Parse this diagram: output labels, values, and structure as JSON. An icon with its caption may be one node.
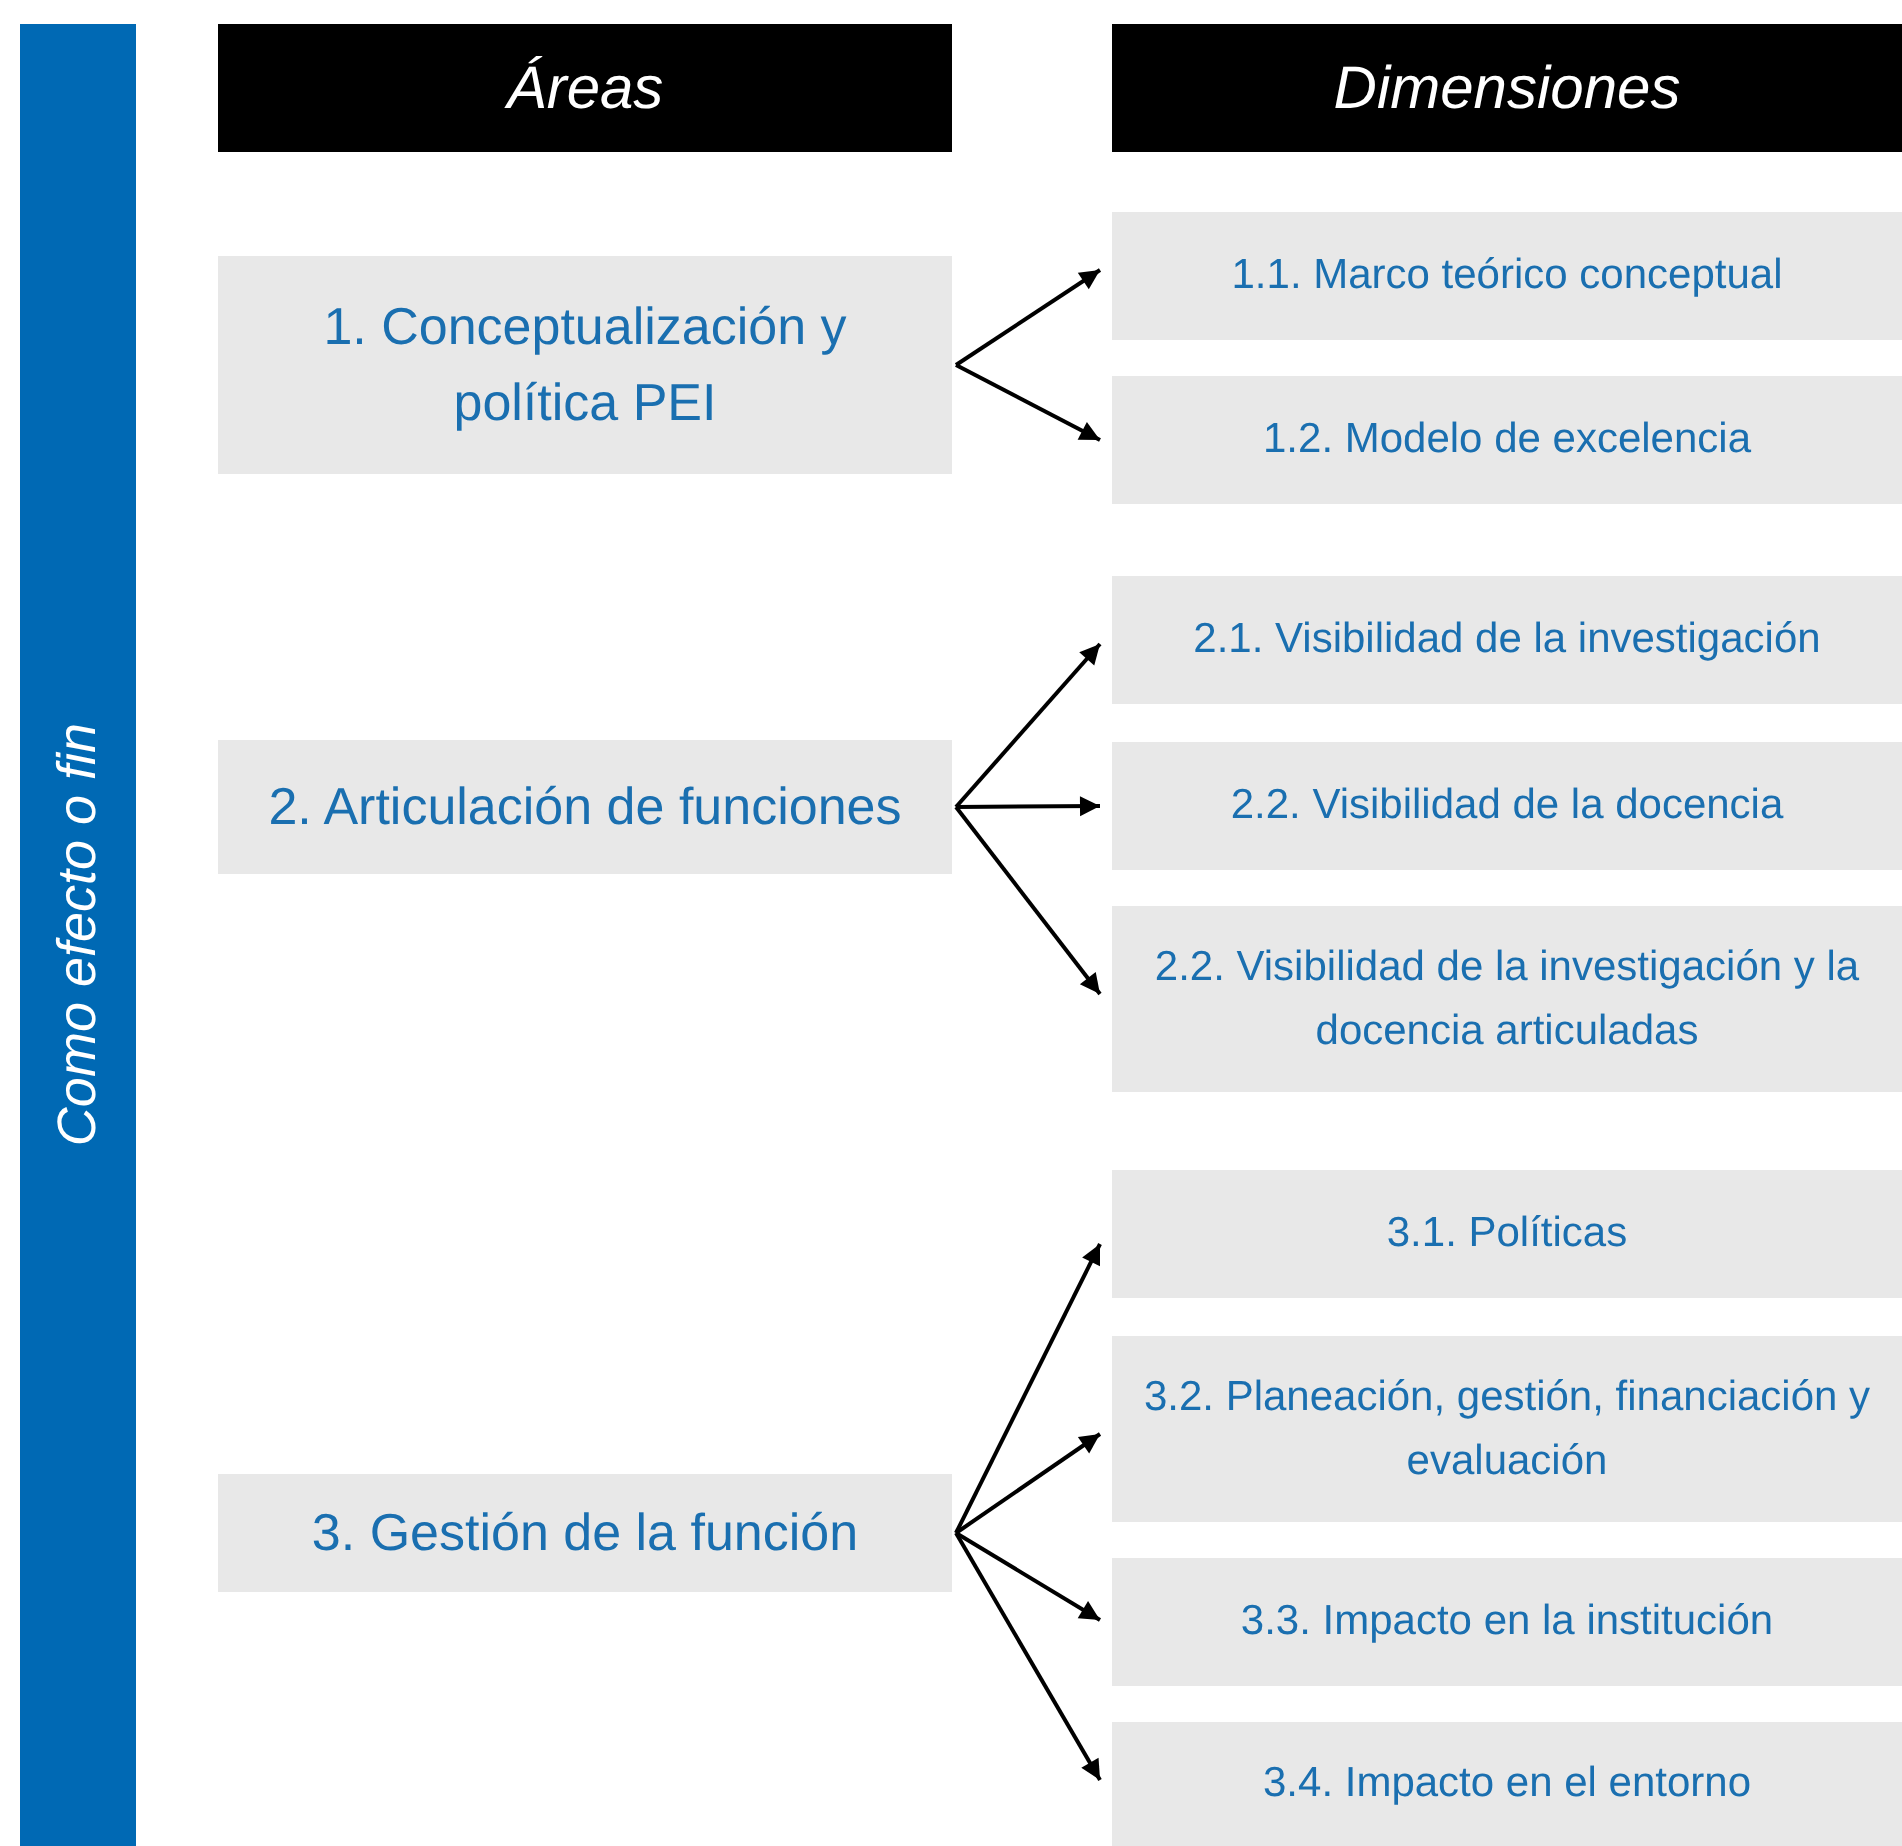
{
  "diagram": {
    "nodes": [
      {
        "text": [
          "Como efecto o fin"
        ]
      },
      {
        "text": [
          "Áreas"
        ]
      },
      {
        "text": [
          "Dimensiones"
        ]
      },
      {
        "text": [
          "1. Conceptualización y política PEI"
        ]
      },
      {
        "text": [
          "2. Articulación de funciones"
        ]
      },
      {
        "text": [
          "3. Gestión de la función"
        ]
      },
      {
        "text": [
          "1.1. Marco teórico conceptual"
        ]
      },
      {
        "text": [
          "1.2. Modelo de excelencia"
        ]
      },
      {
        "text": [
          "2.1. Visibilidad de la investigación"
        ]
      },
      {
        "text": [
          "2.2. Visibilidad de la docencia"
        ]
      },
      {
        "text": [
          "2.2. Visibilidad de la investigación y la docencia articuladas"
        ]
      },
      {
        "text": [
          "3.1. Políticas"
        ]
      },
      {
        "text": [
          "3.2. Planeación, gestión, financiación y evaluación"
        ]
      },
      {
        "text": [
          "3.3. Impacto en la institución"
        ]
      },
      {
        "text": [
          "3.4. Impacto en el entorno"
        ]
      }
    ],
    "edges": [
      {
        "from": 3,
        "to": 6,
        "arrow": "to"
      },
      {
        "from": 3,
        "to": 7,
        "arrow": "to"
      },
      {
        "from": 4,
        "to": 8,
        "arrow": "to"
      },
      {
        "from": 4,
        "to": 9,
        "arrow": "to"
      },
      {
        "from": 4,
        "to": 10,
        "arrow": "to"
      },
      {
        "from": 5,
        "to": 11,
        "arrow": "to"
      },
      {
        "from": 5,
        "to": 12,
        "arrow": "to"
      },
      {
        "from": 5,
        "to": 13,
        "arrow": "to"
      },
      {
        "from": 5,
        "to": 14,
        "arrow": "to"
      }
    ]
  }
}
